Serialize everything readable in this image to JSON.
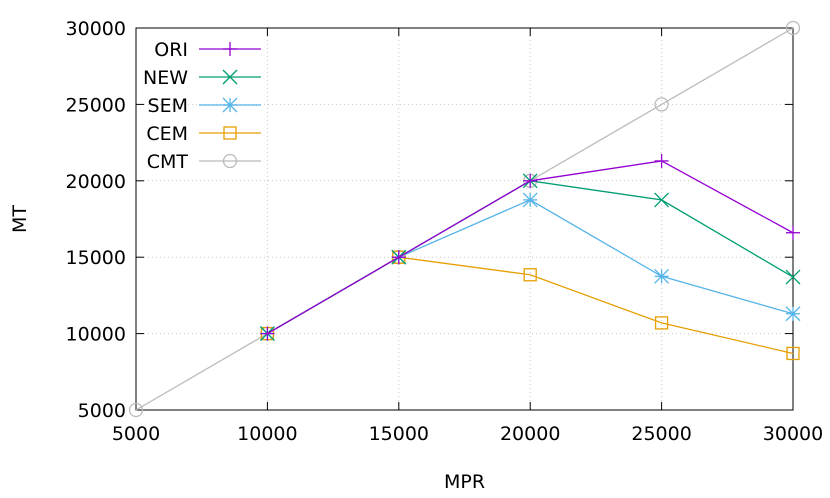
{
  "chart_data": {
    "type": "line",
    "title": "",
    "xlabel": "MPR",
    "ylabel": "MT",
    "xlim": [
      5000,
      30000
    ],
    "ylim": [
      5000,
      30000
    ],
    "xticks": [
      "5000",
      "10000",
      "15000",
      "20000",
      "25000",
      "30000"
    ],
    "yticks": [
      "5000",
      "10000",
      "15000",
      "20000",
      "25000",
      "30000"
    ],
    "grid": true,
    "legend_position": "top-left",
    "series": [
      {
        "name": "ORI",
        "color": "#9400d3",
        "marker": "plus",
        "x": [
          10000,
          15000,
          20000,
          25000,
          30000
        ],
        "y": [
          10000,
          15000,
          20000,
          21300,
          16600
        ]
      },
      {
        "name": "NEW",
        "color": "#009e73",
        "marker": "cross",
        "x": [
          10000,
          15000,
          20000,
          25000,
          30000
        ],
        "y": [
          10000,
          15000,
          20000,
          18750,
          13700
        ]
      },
      {
        "name": "SEM",
        "color": "#56b4e9",
        "marker": "asterisk",
        "x": [
          10000,
          15000,
          20000,
          25000,
          30000
        ],
        "y": [
          10000,
          15000,
          18750,
          13750,
          11300
        ]
      },
      {
        "name": "CEM",
        "color": "#e69f00",
        "marker": "square",
        "x": [
          10000,
          15000,
          20000,
          25000,
          30000
        ],
        "y": [
          10000,
          15000,
          13850,
          10700,
          8700
        ]
      },
      {
        "name": "CMT",
        "color": "#bbbbbb",
        "marker": "circle",
        "x": [
          5000,
          10000,
          15000,
          20000,
          25000,
          30000
        ],
        "y": [
          5000,
          10000,
          15000,
          20000,
          25000,
          30000
        ]
      }
    ]
  }
}
